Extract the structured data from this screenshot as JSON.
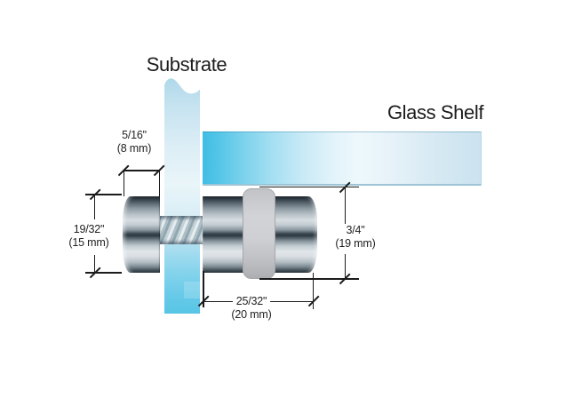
{
  "title_labels": {
    "substrate": "Substrate",
    "glass_shelf": "Glass Shelf"
  },
  "dimensions": {
    "cap_length": {
      "inch": "5/16\"",
      "mm": "(8 mm)"
    },
    "cap_diameter": {
      "inch": "19/32\"",
      "mm": "(15 mm)"
    },
    "body_diameter": {
      "inch": "3/4\"",
      "mm": "(19 mm)"
    },
    "body_length": {
      "inch": "25/32\"",
      "mm": "(20 mm)"
    }
  },
  "colors": {
    "background": "#ffffff",
    "glass_cyan": "#45c1e6",
    "glass_light": "#eef8fb",
    "metal_dark": "#222d35",
    "metal_light": "#dde3e7",
    "ring_gray": "#c8c9cd",
    "line": "#1b1b1b",
    "text": "#222222"
  }
}
